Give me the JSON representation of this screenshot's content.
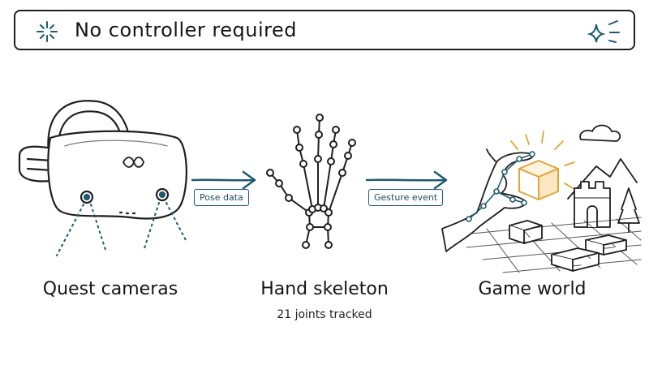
{
  "header": {
    "title": "No controller required"
  },
  "stages": [
    {
      "caption": "Quest cameras"
    },
    {
      "caption": "Hand skeleton",
      "subcaption": "21 joints tracked"
    },
    {
      "caption": "Game world"
    }
  ],
  "edges": [
    {
      "label": "Pose data"
    },
    {
      "label": "Gesture event"
    }
  ],
  "colors": {
    "accent": "#1d5a6e",
    "cube": "#e0a534",
    "ink": "#1f1f1f"
  }
}
